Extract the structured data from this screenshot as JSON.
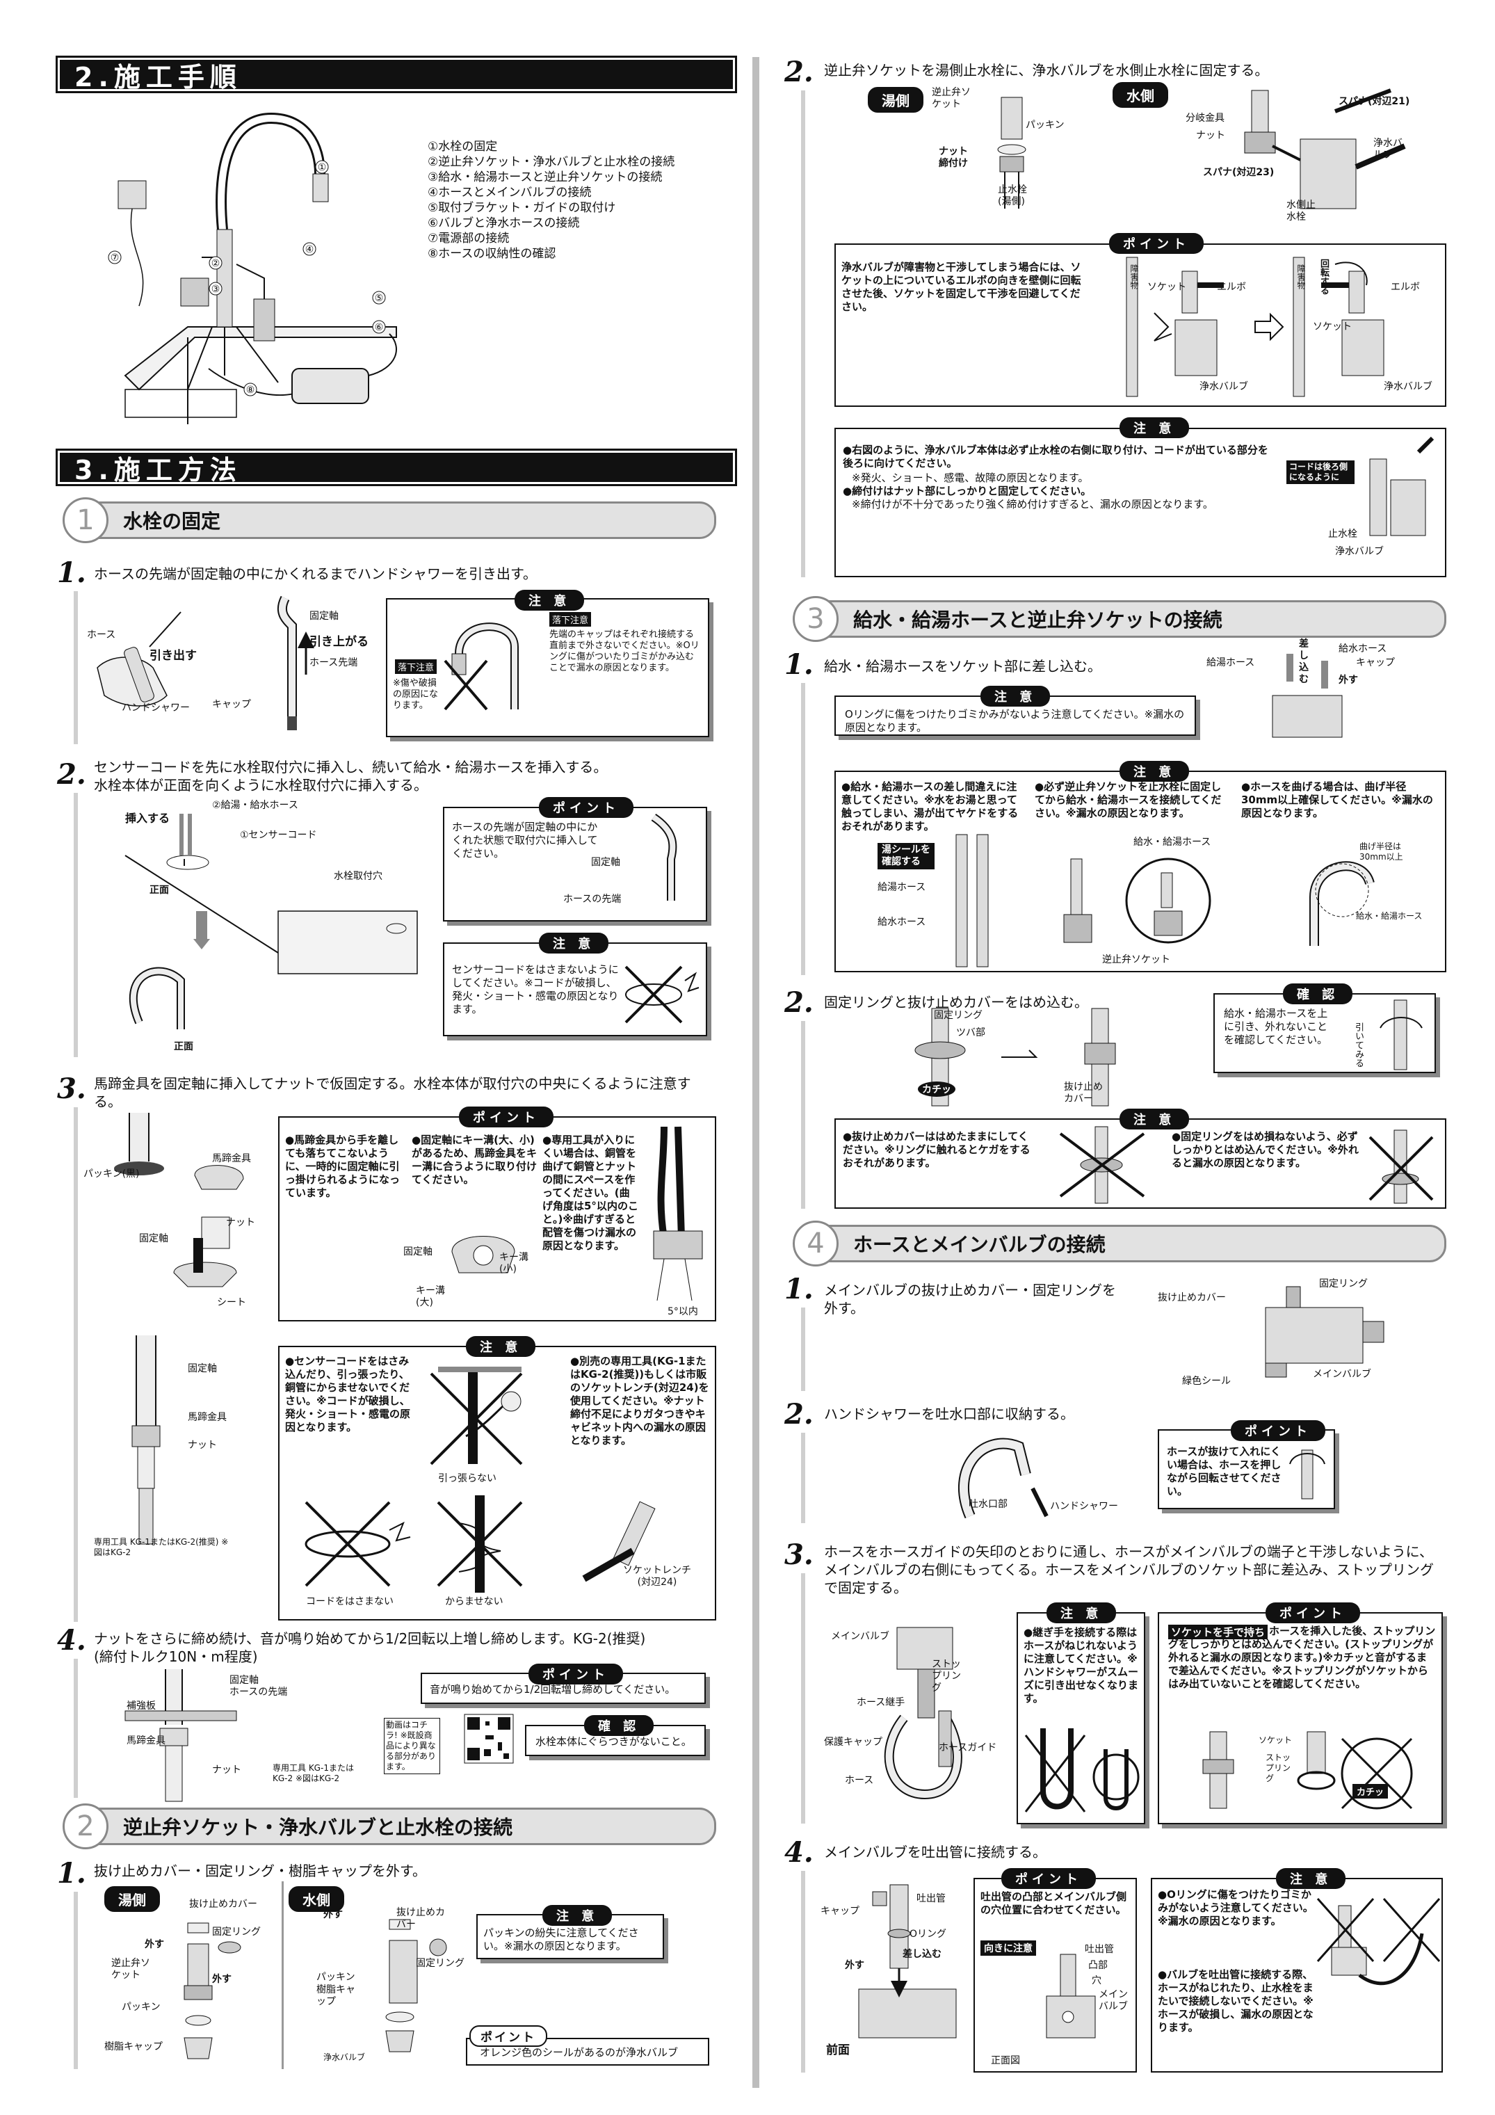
{
  "sec2": {
    "title": "2.施工手順",
    "steps": [
      "①水栓の固定",
      "②逆止弁ソケット・浄水バルブと止水栓の接続",
      "③給水・給湯ホースと逆止弁ソケットの接続",
      "④ホースとメインバルブの接続",
      "⑤取付ブラケット・ガイドの取付け",
      "⑥バルブと浄水ホースの接続",
      "⑦電源部の接続",
      "⑧ホースの収納性の確認"
    ]
  },
  "sec3": {
    "title": "3.施工方法"
  },
  "s1": {
    "num": "1",
    "title": "水栓の固定",
    "step1": {
      "n": "1.",
      "text": "ホースの先端が固定軸の中にかくれるまでハンドシャワーを引き出す。",
      "labels": {
        "hose": "ホース",
        "pull": "引き出す",
        "shower": "ハンドシャワー",
        "axis": "固定軸",
        "rise": "引き上がる",
        "tip": "ホース先端",
        "cap": "キャップ"
      },
      "caution": {
        "tag": "注 意",
        "fall": "落下注意",
        "fall_note": "※傷や破損の原因になります。",
        "text": "先端のキャップはそれぞれ接続する直前まで外さないでください。※Oリングに傷がついたりゴミがかみ込むことで漏水の原因となります。"
      }
    },
    "step2": {
      "n": "2.",
      "text1": "センサーコードを先に水栓取付穴に挿入し、続いて給水・給湯ホースを挿入する。",
      "text2": "水栓本体が正面を向くように水栓取付穴に挿入する。",
      "labels": {
        "insert": "挿入する",
        "hose": "②給湯・給水ホース",
        "sensor": "①センサーコード",
        "front": "正面",
        "hole": "水栓取付穴",
        "front2": "正面"
      },
      "point": {
        "tag": "ポイント",
        "text": "ホースの先端が固定軸の中にかくれた状態で取付穴に挿入してください。",
        "axis": "固定軸",
        "tip": "ホースの先端"
      },
      "caution": {
        "tag": "注 意",
        "text": "センサーコードをはさまないようにしてください。※コードが破損し、発火・ショート・感電の原因となります。"
      }
    },
    "step3": {
      "n": "3.",
      "text": "馬蹄金具を固定軸に挿入してナットで仮固定する。水栓本体が取付穴の中央にくるように注意する。",
      "labels": {
        "packing": "パッキン(黒)",
        "horseshoe": "馬蹄金具",
        "nut": "ナット",
        "axis": "固定軸",
        "sheet": "シート",
        "axis2": "固定軸",
        "key_s": "キー溝(小)",
        "key_l": "キー溝(大)",
        "deg": "5°以内"
      },
      "point": {
        "tag": "ポイント",
        "a": "●馬蹄金具から手を離しても落ちてこないように、一時的に固定軸に引っ掛けられるようになっています。",
        "b": "●固定軸にキー溝(大、小)があるため、馬蹄金具をキー溝に合うように取り付けてください。",
        "c": "●専用工具が入りにくい場合は、銅管を曲げて銅管とナットの間にスペースを作ってください。(曲げ角度は5°以内のこと。)※曲げすぎると配管を傷つけ漏水の原因となります。"
      },
      "labels2": {
        "axis": "固定軸",
        "horseshoe": "馬蹄金具",
        "nut": "ナット",
        "tool": "専用工具 KG-1またはKG-2(推奨) ※図はKG-2"
      },
      "caution": {
        "tag": "注 意",
        "a": "●センサーコードをはさみ込んだり、引っ張ったり、銅管にからませないでください。※コードが破損し、発火・ショート・感電の原因となります。",
        "b": "●別売の専用工具(KG-1またはKG-2(推奨))もしくは市販のソケットレンチ(対辺24)を使用してください。※ナット締付不足によりガタつきやキャビネット内への漏水の原因となります。",
        "pull": "引っ張らない",
        "pinch": "コードをはさまない",
        "tangle": "からませない",
        "wrench": "ソケットレンチ(対辺24)"
      }
    },
    "step4": {
      "n": "4.",
      "text1": "ナットをさらに締め続け、音が鳴り始めてから1/2回転以上増し締めします。KG-2(推奨)",
      "text2": "(締付トルク10N・m程度)",
      "labels": {
        "axis": "固定軸",
        "tip": "ホースの先端",
        "plate": "補強板",
        "horseshoe": "馬蹄金具",
        "nut": "ナット",
        "tool": "専用工具 KG-1またはKG-2 ※図はKG-2",
        "video": "動画はコチラ! ※既設商品により異なる部分があります。"
      },
      "point": {
        "tag": "ポイント",
        "text": "音が鳴り始めてから1/2回転増し締めしてください。"
      },
      "confirm": {
        "tag": "確 認",
        "text": "水栓本体にぐらつきがないこと。"
      }
    }
  },
  "s2": {
    "num": "2",
    "title": "逆止弁ソケット・浄水バルブと止水栓の接続",
    "step1": {
      "n": "1.",
      "text": "抜け止めカバー・固定リング・樹脂キャップを外す。",
      "hot": "湯側",
      "cold": "水側",
      "labels": {
        "cover": "抜け止めカバー",
        "ring": "固定リング",
        "remove": "外す",
        "socket": "逆止弁ソケット",
        "remove2": "外す",
        "packing": "パッキン",
        "cap": "樹脂キャップ",
        "remove3": "外す",
        "cover2": "抜け止めカバー",
        "ring2": "固定リング",
        "packing2": "パッキン",
        "cap2": "樹脂キャップ",
        "valve": "浄水バルブ"
      },
      "caution": {
        "tag": "注 意",
        "text": "パッキンの紛失に注意してください。※漏水の原因となります。"
      },
      "point": {
        "tag": "ポイント",
        "text": "オレンジ色のシールがあるのが浄水バルブ"
      }
    },
    "step2": {
      "n": "2.",
      "text": "逆止弁ソケットを湯側止水栓に、浄水バルブを水側止水栓に固定する。",
      "hot": "湯側",
      "cold": "水側",
      "labels": {
        "socket": "逆止弁ソケット",
        "packing": "パッキン",
        "nut": "ナット締付け",
        "stop": "止水栓(湯側)",
        "fitting": "分岐金具",
        "nut2": "ナット",
        "spanner21": "スパナ(対辺21)",
        "spanner23": "スパナ(対辺23)",
        "valve": "浄水バルブ",
        "stop2": "水側止水栓"
      },
      "point": {
        "tag": "ポイント",
        "text": "浄水バルブが障害物と干渉してしまう場合には、ソケットの上についているエルボの向きを壁側に回転させた後、ソケットを固定して干渉を回避してください。",
        "obstacle": "障害物",
        "socket": "ソケット",
        "elbow": "エルボ",
        "valve": "浄水バルブ",
        "obstacle2": "障害物",
        "rotate": "回転する",
        "socket2": "ソケット",
        "elbow2": "エルボ",
        "valve2": "浄水バルブ"
      },
      "caution": {
        "tag": "注 意",
        "a": "●右図のように、浄水バルブ本体は必ず止水栓の右側に取り付け、コードが出ている部分を後ろに向けてください。",
        "a2": "※発火、ショート、感電、故障の原因となります。",
        "b": "●締付けはナット部にしっかりと固定してください。",
        "b2": "※締付けが不十分であったり強く締め付けすぎると、漏水の原因となります。",
        "cord": "コードは後ろ側になるように",
        "stop": "止水栓",
        "valve": "浄水バルブ"
      }
    }
  },
  "s3": {
    "num": "3",
    "title": "給水・給湯ホースと逆止弁ソケットの接続",
    "step1": {
      "n": "1.",
      "text": "給水・給湯ホースをソケット部に差し込む。",
      "labels": {
        "hot": "給湯ホース",
        "cold": "給水ホース",
        "insert": "差し込む",
        "cap": "キャップ",
        "remove": "外す"
      },
      "caution1": {
        "tag": "注 意",
        "text": "Oリングに傷をつけたりゴミかみがないよう注意してください。※漏水の原因となります。"
      },
      "caution2": {
        "tag": "注 意",
        "a": "●給水・給湯ホースの差し間違えに注意してください。※水をお湯と思って触ってしまい、湯が出てヤケドをするおそれがあります。",
        "b": "●必ず逆止弁ソケットを止水栓に固定してから給水・給湯ホースを接続してください。※漏水の原因となります。",
        "c": "●ホースを曲げる場合は、曲げ半径30mm以上確保してください。※漏水の原因となります。",
        "seal": "湯シールを確認する",
        "hot": "給湯ホース",
        "cold": "給水ホース",
        "hoses": "給水・給湯ホース",
        "socket": "逆止弁ソケット",
        "radius": "曲げ半径は30mm以上",
        "hoses2": "給水・給湯ホース"
      }
    },
    "step2": {
      "n": "2.",
      "text": "固定リングと抜け止めカバーをはめ込む。",
      "labels": {
        "ring": "固定リング",
        "brim": "ツバ部",
        "click": "カチッ",
        "cover": "抜け止めカバー"
      },
      "confirm": {
        "tag": "確 認",
        "text": "給水・給湯ホースを上に引き、外れないことを確認してください。",
        "pull": "引いてみる"
      },
      "caution": {
        "tag": "注 意",
        "a": "●抜け止めカバーははめたままにしてください。※リングに触れるとケガをするおそれがあります。",
        "b": "●固定リングをはめ損ねないよう、必ずしっかりとはめ込んでください。※外れると漏水の原因となります。"
      }
    }
  },
  "s4": {
    "num": "4",
    "title": "ホースとメインバルブの接続",
    "step1": {
      "n": "1.",
      "text": "メインバルブの抜け止めカバー・固定リングを外す。",
      "labels": {
        "cover": "抜け止めカバー",
        "ring": "固定リング",
        "seal": "緑色シール",
        "valve": "メインバルブ"
      }
    },
    "step2": {
      "n": "2.",
      "text": "ハンドシャワーを吐水口部に収納する。",
      "labels": {
        "spout": "吐水口部",
        "shower": "ハンドシャワー"
      },
      "point": {
        "tag": "ポイント",
        "text": "ホースが抜けて入れにくい場合は、ホースを押しながら回転させてください。"
      }
    },
    "step3": {
      "n": "3.",
      "text": "ホースをホースガイドの矢印のとおりに通し、ホースがメインバルブの端子と干渉しないように、メインバルブの右側にもってくる。ホースをメインバルブのソケット部に差込み、ストップリングで固定する。",
      "labels": {
        "valve": "メインバルブ",
        "stop": "ストップリング",
        "joint": "ホース継手",
        "cap": "保護キャップ",
        "guide": "ホースガイド",
        "hose": "ホース",
        "socket": "ソケット",
        "stop2": "ストップリング",
        "click": "カチッ"
      },
      "caution": {
        "tag": "注 意",
        "text": "●継ぎ手を接続する際はホースがねじれないように注意してください。※ハンドシャワーがスムーズに引き出せなくなります。"
      },
      "point": {
        "tag": "ポイント",
        "hl": "ソケットを手で持ち",
        "text": "ホースを挿入した後、ストップリングをしっかりとはめ込んでください。(ストップリングが外れると漏水の原因となります。)※カチッと音がするまで差込んでください。※ストップリングがソケットからはみ出ていないことを確認してください。"
      }
    },
    "step4": {
      "n": "4.",
      "text": "メインバルブを吐出管に接続する。",
      "labels": {
        "cap": "キャップ",
        "pipe": "吐出管",
        "oring": "Oリング",
        "insert": "差し込む",
        "remove": "外す",
        "front": "前面",
        "pipe2": "吐出管",
        "convex": "凸部",
        "hole": "穴",
        "valve": "メインバルブ",
        "view": "正面図"
      },
      "point": {
        "tag": "ポイント",
        "text": "吐出管の凸部とメインバルブ側の穴位置に合わせてください。",
        "dir": "向きに注意"
      },
      "caution": {
        "tag": "注 意",
        "a": "●Oリングに傷をつけたりゴミかみがないよう注意してください。※漏水の原因となります。",
        "b": "●バルブを吐出管に接続する際、ホースがねじれたり、止水栓をまたいで接続しないでください。※ホースが破損し、漏水の原因となります。"
      }
    }
  }
}
